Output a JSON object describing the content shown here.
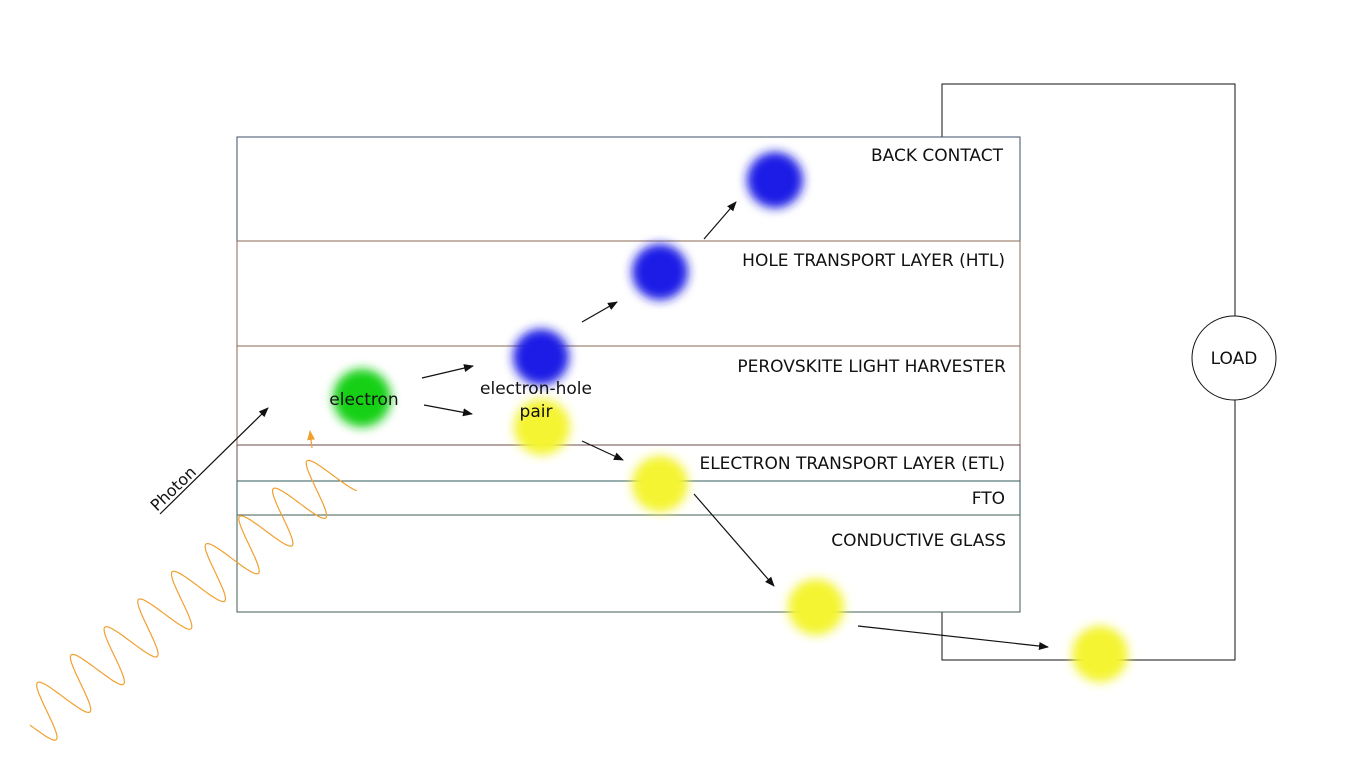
{
  "layers": [
    {
      "name": "BACK CONTACT",
      "border": "#3f4f6a"
    },
    {
      "name": "HOLE TRANSPORT LAYER (HTL)",
      "border": "#8a6a55"
    },
    {
      "name": "PEROVSKITE LIGHT HARVESTER",
      "border": "#8a6a55"
    },
    {
      "name": "ELECTRON TRANSPORT LAYER (ETL)",
      "border": "#6b4b4b"
    },
    {
      "name": "FTO",
      "border": "#2f5a5a"
    },
    {
      "name": "CONDUCTIVE GLASS",
      "border": "#3f5f4f"
    }
  ],
  "labels": {
    "electron": "electron",
    "pair_line1": "electron-hole",
    "pair_line2": "pair",
    "photon": "Photon",
    "load": "LOAD"
  },
  "colors": {
    "hole": "#1f1fe6",
    "electron_yellow": "#f4f430",
    "electron_green": "#19d019",
    "photon_wave": "#f0a030",
    "line": "#111111"
  }
}
